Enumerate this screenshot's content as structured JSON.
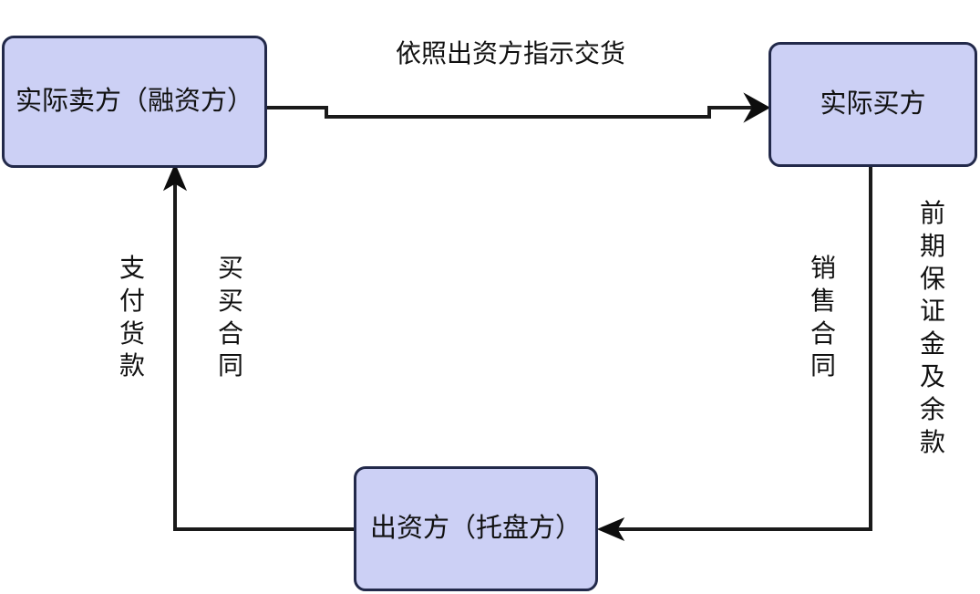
{
  "diagram": {
    "title_text_present": false,
    "background_color": "#ffffff",
    "node_fill": "#ccd0f5",
    "node_border": "#22294a",
    "line_color": "#1a1a1a",
    "nodes": [
      {
        "id": "seller",
        "label": "实际卖方（融资方）"
      },
      {
        "id": "buyer",
        "label": "实际买方"
      },
      {
        "id": "financier",
        "label": "出资方（托盘方）"
      }
    ],
    "edges": [
      {
        "id": "delivery",
        "label": "依照出资方指示交货",
        "from": "seller",
        "to": "buyer",
        "orientation": "horizontal",
        "arrowhead": "open-v",
        "direction": "right"
      },
      {
        "id": "payment",
        "label": "支付货款",
        "from": "financier",
        "to": "seller",
        "orientation": "vertical",
        "arrowhead": "filled-triangle",
        "direction": "up"
      },
      {
        "id": "purchase-contract",
        "label": "买买合同",
        "from": "financier",
        "to": "seller",
        "orientation": "vertical",
        "arrowhead": "none",
        "direction": "up"
      },
      {
        "id": "sales-contract",
        "label": "销售合同",
        "from": "buyer",
        "to": "financier",
        "orientation": "vertical",
        "arrowhead": "none",
        "direction": "down"
      },
      {
        "id": "deposit",
        "label": "前期保证金及余款",
        "from": "buyer",
        "to": "financier",
        "orientation": "vertical",
        "arrowhead": "filled-triangle",
        "direction": "down"
      }
    ]
  }
}
